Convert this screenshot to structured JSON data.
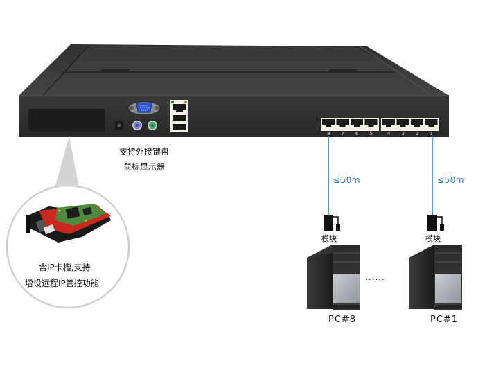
{
  "device": {
    "name": "KVM switch rear panel",
    "port_groups": [
      {
        "ports": [
          "8",
          "7",
          "6",
          "5"
        ]
      },
      {
        "ports": [
          "4",
          "3",
          "2",
          "1"
        ]
      }
    ]
  },
  "labels": {
    "keyboard_mouse_line1": "支持外接键盘",
    "keyboard_mouse_line2": "鼠标显示器",
    "ip_card_line1": "含IP卡槽,支持",
    "ip_card_line2": "增设远程IP管控功能"
  },
  "connections": [
    {
      "distance": "≤50m",
      "module_label": "模块",
      "pc_label": "PC#8",
      "port": "8"
    },
    {
      "distance": "≤50m",
      "module_label": "模块",
      "pc_label": "PC#1",
      "port": "1"
    }
  ],
  "ellipsis": "......",
  "colors": {
    "chassis": "#2e2e2e",
    "chassis_top": "#3b3b3b",
    "cable": "#1a7fd6",
    "callout": "#cfcfcf"
  }
}
